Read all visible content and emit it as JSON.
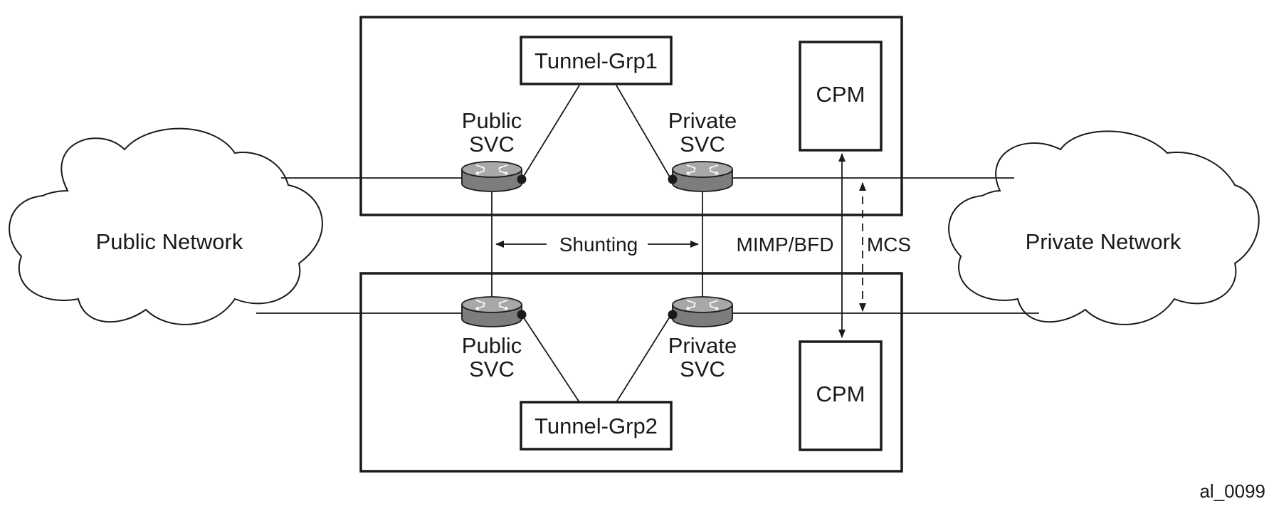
{
  "clouds": {
    "public": "Public Network",
    "private": "Private Network"
  },
  "tunnel_groups": {
    "top": "Tunnel-Grp1",
    "bottom": "Tunnel-Grp2"
  },
  "cpm": {
    "top": "CPM",
    "bottom": "CPM"
  },
  "services": {
    "top_public": [
      "Public",
      "SVC"
    ],
    "top_private": [
      "Private",
      "SVC"
    ],
    "bottom_public": [
      "Public",
      "SVC"
    ],
    "bottom_private": [
      "Private",
      "SVC"
    ]
  },
  "links": {
    "shunting": "Shunting",
    "mimp_bfd": "MIMP/BFD",
    "mcs": "MCS"
  },
  "figure_id": "al_0099",
  "icons": {
    "router": "router-icon",
    "cloud": "cloud-icon"
  },
  "colors": {
    "router_fill": "#8a8a8a",
    "router_top": "#a8a8a8",
    "stroke": "#1a1a1a"
  }
}
